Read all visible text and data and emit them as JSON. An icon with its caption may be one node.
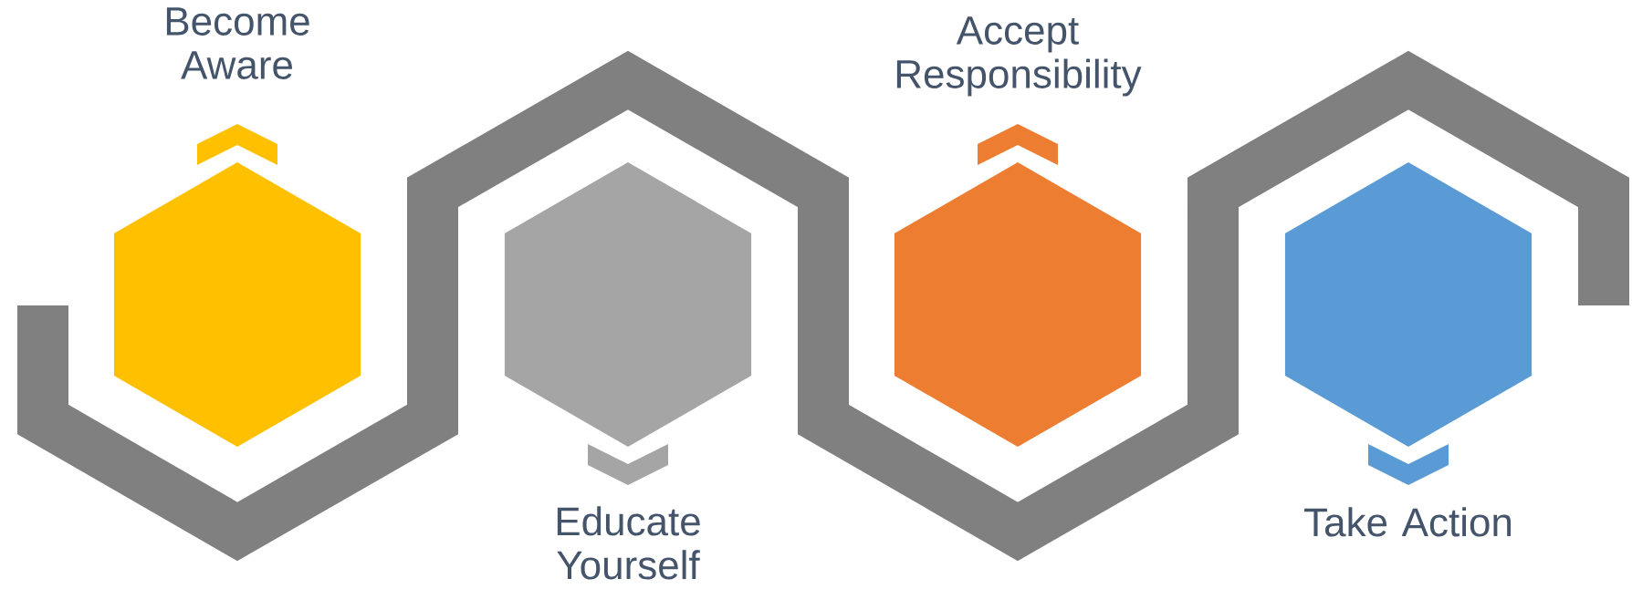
{
  "diagram": {
    "nodes": [
      {
        "text": [
          "Become Aware"
        ]
      },
      {
        "text": [
          "Educate Yourself"
        ]
      },
      {
        "text": [
          "Accept Responsibility"
        ]
      },
      {
        "text": [
          "Take Action"
        ]
      }
    ]
  }
}
